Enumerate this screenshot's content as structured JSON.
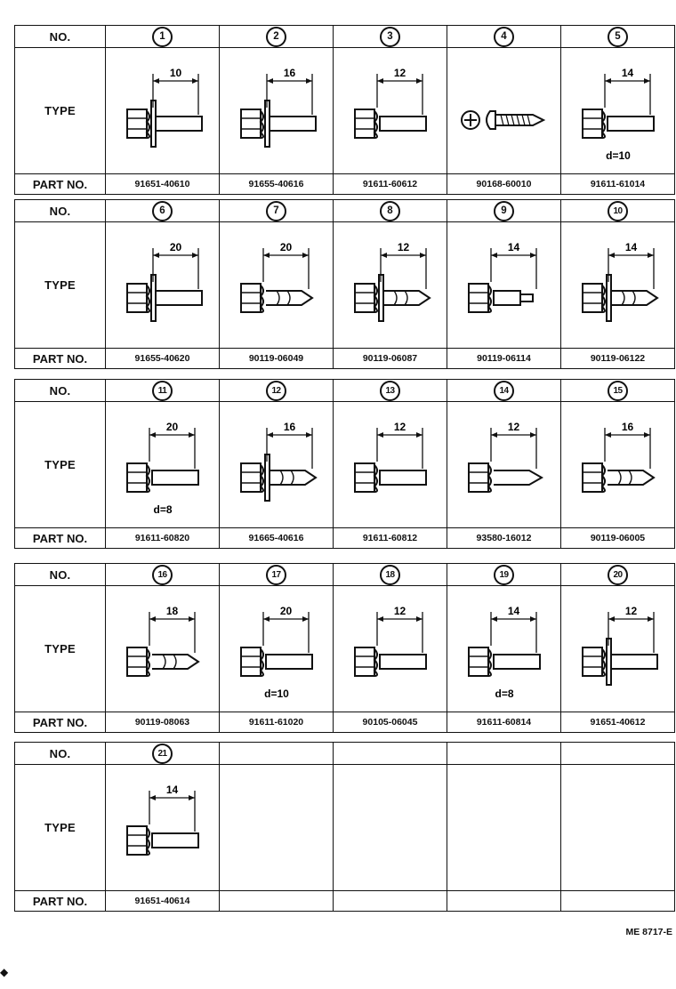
{
  "labels": {
    "no": "NO.",
    "type": "TYPE",
    "part_no": "PART NO."
  },
  "items": [
    {
      "no": "1",
      "dim": "10",
      "part": "91651-40610",
      "kind": "washer"
    },
    {
      "no": "2",
      "dim": "16",
      "part": "91655-40616",
      "kind": "washer"
    },
    {
      "no": "3",
      "dim": "12",
      "part": "91611-60612",
      "kind": "plain"
    },
    {
      "no": "4",
      "dim": "",
      "part": "90168-60010",
      "kind": "screw"
    },
    {
      "no": "5",
      "dim": "14",
      "part": "91611-61014",
      "kind": "plain",
      "d": "d=10"
    },
    {
      "no": "6",
      "dim": "20",
      "part": "91655-40620",
      "kind": "washer"
    },
    {
      "no": "7",
      "dim": "20",
      "part": "90119-06049",
      "kind": "pointed"
    },
    {
      "no": "8",
      "dim": "12",
      "part": "90119-06087",
      "kind": "pointed-washer"
    },
    {
      "no": "9",
      "dim": "14",
      "part": "90119-06114",
      "kind": "stepped"
    },
    {
      "no": "10",
      "dim": "14",
      "part": "90119-06122",
      "kind": "pointed-washer"
    },
    {
      "no": "11",
      "dim": "20",
      "part": "91611-60820",
      "kind": "plain",
      "d": "d=8"
    },
    {
      "no": "12",
      "dim": "16",
      "part": "91665-40616",
      "kind": "pointed-washer"
    },
    {
      "no": "13",
      "dim": "12",
      "part": "91611-60812",
      "kind": "plain"
    },
    {
      "no": "14",
      "dim": "12",
      "part": "93580-16012",
      "kind": "tapping"
    },
    {
      "no": "15",
      "dim": "16",
      "part": "90119-06005",
      "kind": "pointed"
    },
    {
      "no": "16",
      "dim": "18",
      "part": "90119-08063",
      "kind": "pointed"
    },
    {
      "no": "17",
      "dim": "20",
      "part": "91611-61020",
      "kind": "plain",
      "d": "d=10"
    },
    {
      "no": "18",
      "dim": "12",
      "part": "90105-06045",
      "kind": "plain"
    },
    {
      "no": "19",
      "dim": "14",
      "part": "91611-60814",
      "kind": "plain",
      "d": "d=8"
    },
    {
      "no": "20",
      "dim": "12",
      "part": "91651-40612",
      "kind": "washer"
    },
    {
      "no": "21",
      "dim": "14",
      "part": "91651-40614",
      "kind": "plain"
    }
  ],
  "footer_code": "ME 8717-E"
}
